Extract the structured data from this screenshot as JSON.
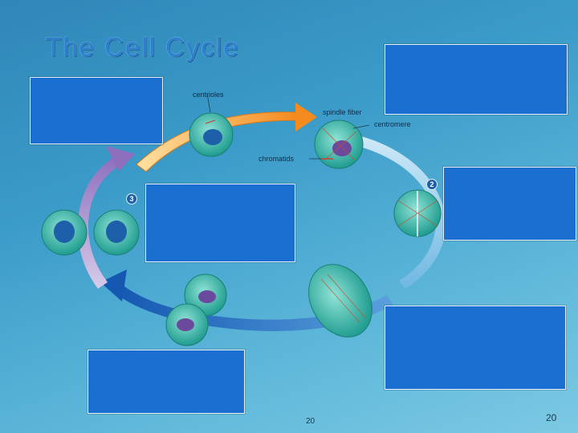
{
  "slide": {
    "title": "The Cell Cycle",
    "footer_page": "20",
    "corner_page": "20"
  },
  "labels": {
    "centrioles": "centrioles",
    "spindle_fiber": "spindle fiber",
    "centromere": "centromere",
    "chromatids": "chromatids"
  },
  "step_numbers": {
    "two": "2",
    "three": "3"
  },
  "colors": {
    "answer_box": "#1a6fd0",
    "arrow_orange": "#f59a2f",
    "arrow_lightblue": "#8fcbea",
    "arrow_darkblue": "#1e66c0",
    "arrow_purple": "#a58ccc",
    "cell_fill": "#2fb7a8"
  }
}
